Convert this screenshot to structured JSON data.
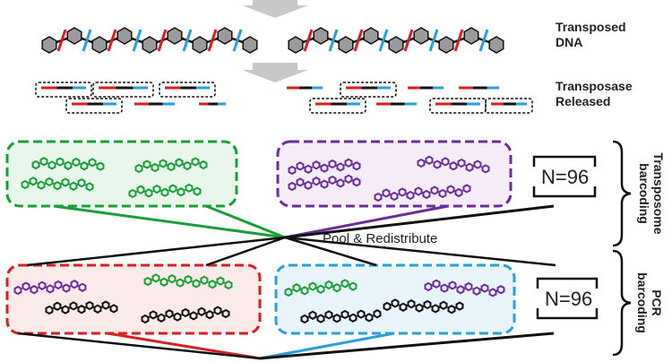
{
  "labels": {
    "transposed": "Transposed\nDNA",
    "released": "Transposase\nReleased",
    "pool": "Pool & Redistribute",
    "n_top": "N=96",
    "n_bottom": "N=96",
    "side_top": "Transposome\nbarcoding",
    "side_bottom": "PCR\nbarcoding"
  },
  "colors": {
    "green": "#1a9e3a",
    "purple": "#6a2e9a",
    "red": "#d91f26",
    "blue": "#2a9fd8",
    "black": "#111111",
    "hexagon": "#9a9a9a",
    "arrow": "#c8c8c8",
    "green_fill": "#e9f6ec",
    "purple_fill": "#f5ecf8",
    "red_fill": "#fbeaea",
    "blue_fill": "#e8f3fa"
  }
}
